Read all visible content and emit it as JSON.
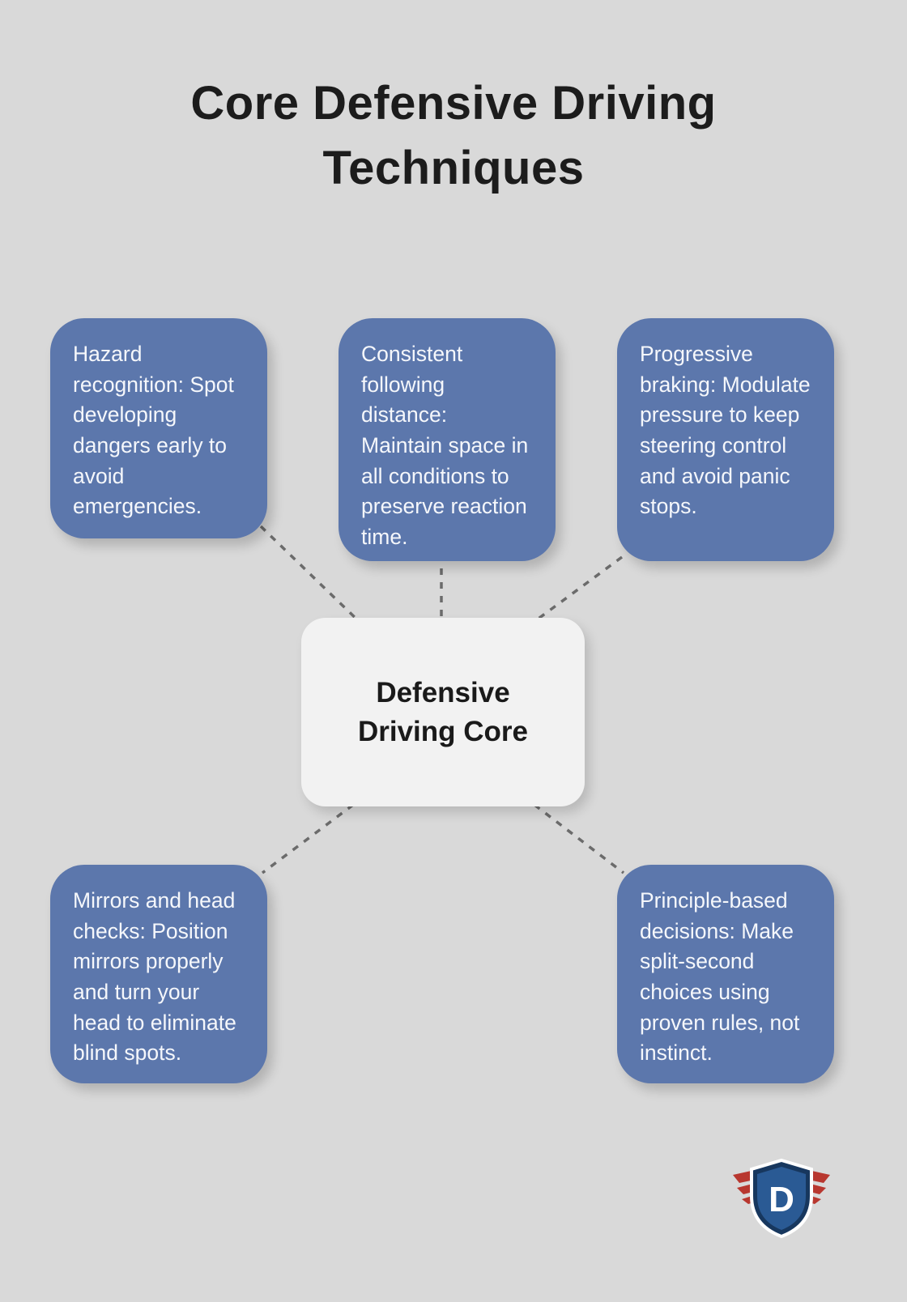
{
  "page": {
    "title": "Core Defensive Driving Techniques",
    "background": "#d9d9d9"
  },
  "diagram": {
    "center": {
      "label": "Defensive Driving Core"
    },
    "nodes": [
      {
        "id": "hazard-recognition",
        "text": "Hazard recognition: Spot developing dangers early to avoid emergencies."
      },
      {
        "id": "following-distance",
        "text": "Consistent following distance: Maintain space in all conditions to preserve reaction time."
      },
      {
        "id": "progressive-braking",
        "text": "Progressive braking: Modulate pressure to keep steering control and avoid panic stops."
      },
      {
        "id": "mirrors-head-checks",
        "text": "Mirrors and head checks: Position mirrors properly and turn your head to eliminate blind spots."
      },
      {
        "id": "principle-decisions",
        "text": "Principle-based decisions: Make split-second choices using proven rules, not instinct."
      }
    ],
    "colors": {
      "page-bg": "#d9d9d9",
      "node-bg": "#5c77ac",
      "node-text": "#f5f7fb",
      "center-bg": "#f2f2f2",
      "center-text": "#1a1a1a",
      "connector": "#6b6b6b",
      "logo-red": "#b8372f",
      "logo-navy": "#17375e"
    }
  },
  "logo": {
    "letter": "D"
  }
}
